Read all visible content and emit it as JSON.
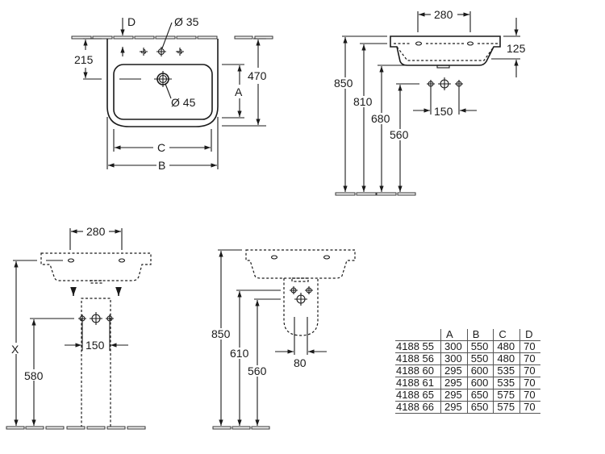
{
  "top_view": {
    "labels": {
      "d": "D",
      "tap_hole": "Ø 35",
      "waste": "Ø 45",
      "rim_to_bowl": "215",
      "depth": "470",
      "a": "A",
      "b": "B",
      "c": "C"
    }
  },
  "side_view_wall": {
    "labels": {
      "hole_spacing": "280",
      "height_rim": "850",
      "height_underside": "810",
      "height_bottom": "680",
      "height_supply": "560",
      "thickness": "125",
      "supply_spacing": "150"
    }
  },
  "front_view_pedestal": {
    "labels": {
      "hole_spacing": "280",
      "height_x": "X",
      "height_supply": "580",
      "supply_spacing": "150"
    }
  },
  "side_view_semipedestal": {
    "labels": {
      "height_rim": "850",
      "height_upper": "610",
      "height_lower": "560",
      "width": "80"
    }
  },
  "dimensions_table": {
    "headers": [
      "",
      "A",
      "B",
      "C",
      "D"
    ],
    "rows": [
      [
        "4188 55",
        "300",
        "550",
        "480",
        "70"
      ],
      [
        "4188 56",
        "300",
        "550",
        "480",
        "70"
      ],
      [
        "4188 60",
        "295",
        "600",
        "535",
        "70"
      ],
      [
        "4188 61",
        "295",
        "600",
        "535",
        "70"
      ],
      [
        "4188 65",
        "295",
        "650",
        "575",
        "70"
      ],
      [
        "4188 66",
        "295",
        "650",
        "575",
        "70"
      ]
    ]
  }
}
